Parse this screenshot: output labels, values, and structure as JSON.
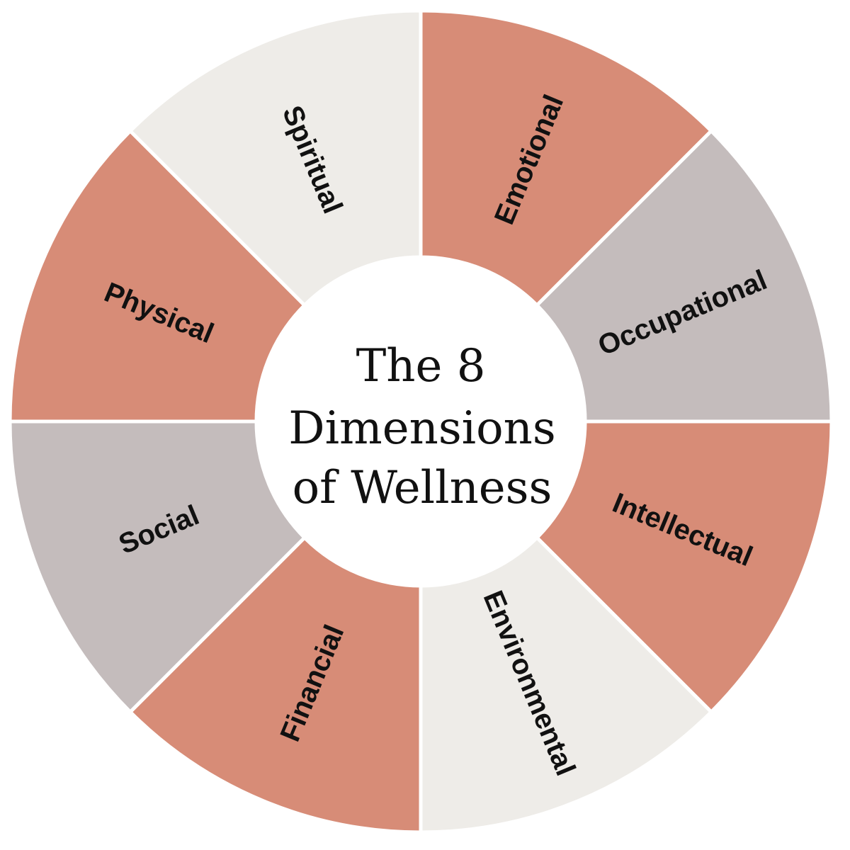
{
  "title": {
    "lines": [
      "The 8",
      "Dimensions",
      "of Wellness"
    ]
  },
  "colors": {
    "terracotta": "#d78c77",
    "light": "#eeece8",
    "mauve": "#c4bcbc",
    "center": "#ffffff"
  },
  "segments": [
    {
      "label": "Emotional",
      "color": "terracotta"
    },
    {
      "label": "Occupational",
      "color": "mauve"
    },
    {
      "label": "Intellectual",
      "color": "terracotta"
    },
    {
      "label": "Environmental",
      "color": "light"
    },
    {
      "label": "Financial",
      "color": "terracotta"
    },
    {
      "label": "Social",
      "color": "mauve"
    },
    {
      "label": "Physical",
      "color": "terracotta"
    },
    {
      "label": "Spiritual",
      "color": "light"
    }
  ]
}
